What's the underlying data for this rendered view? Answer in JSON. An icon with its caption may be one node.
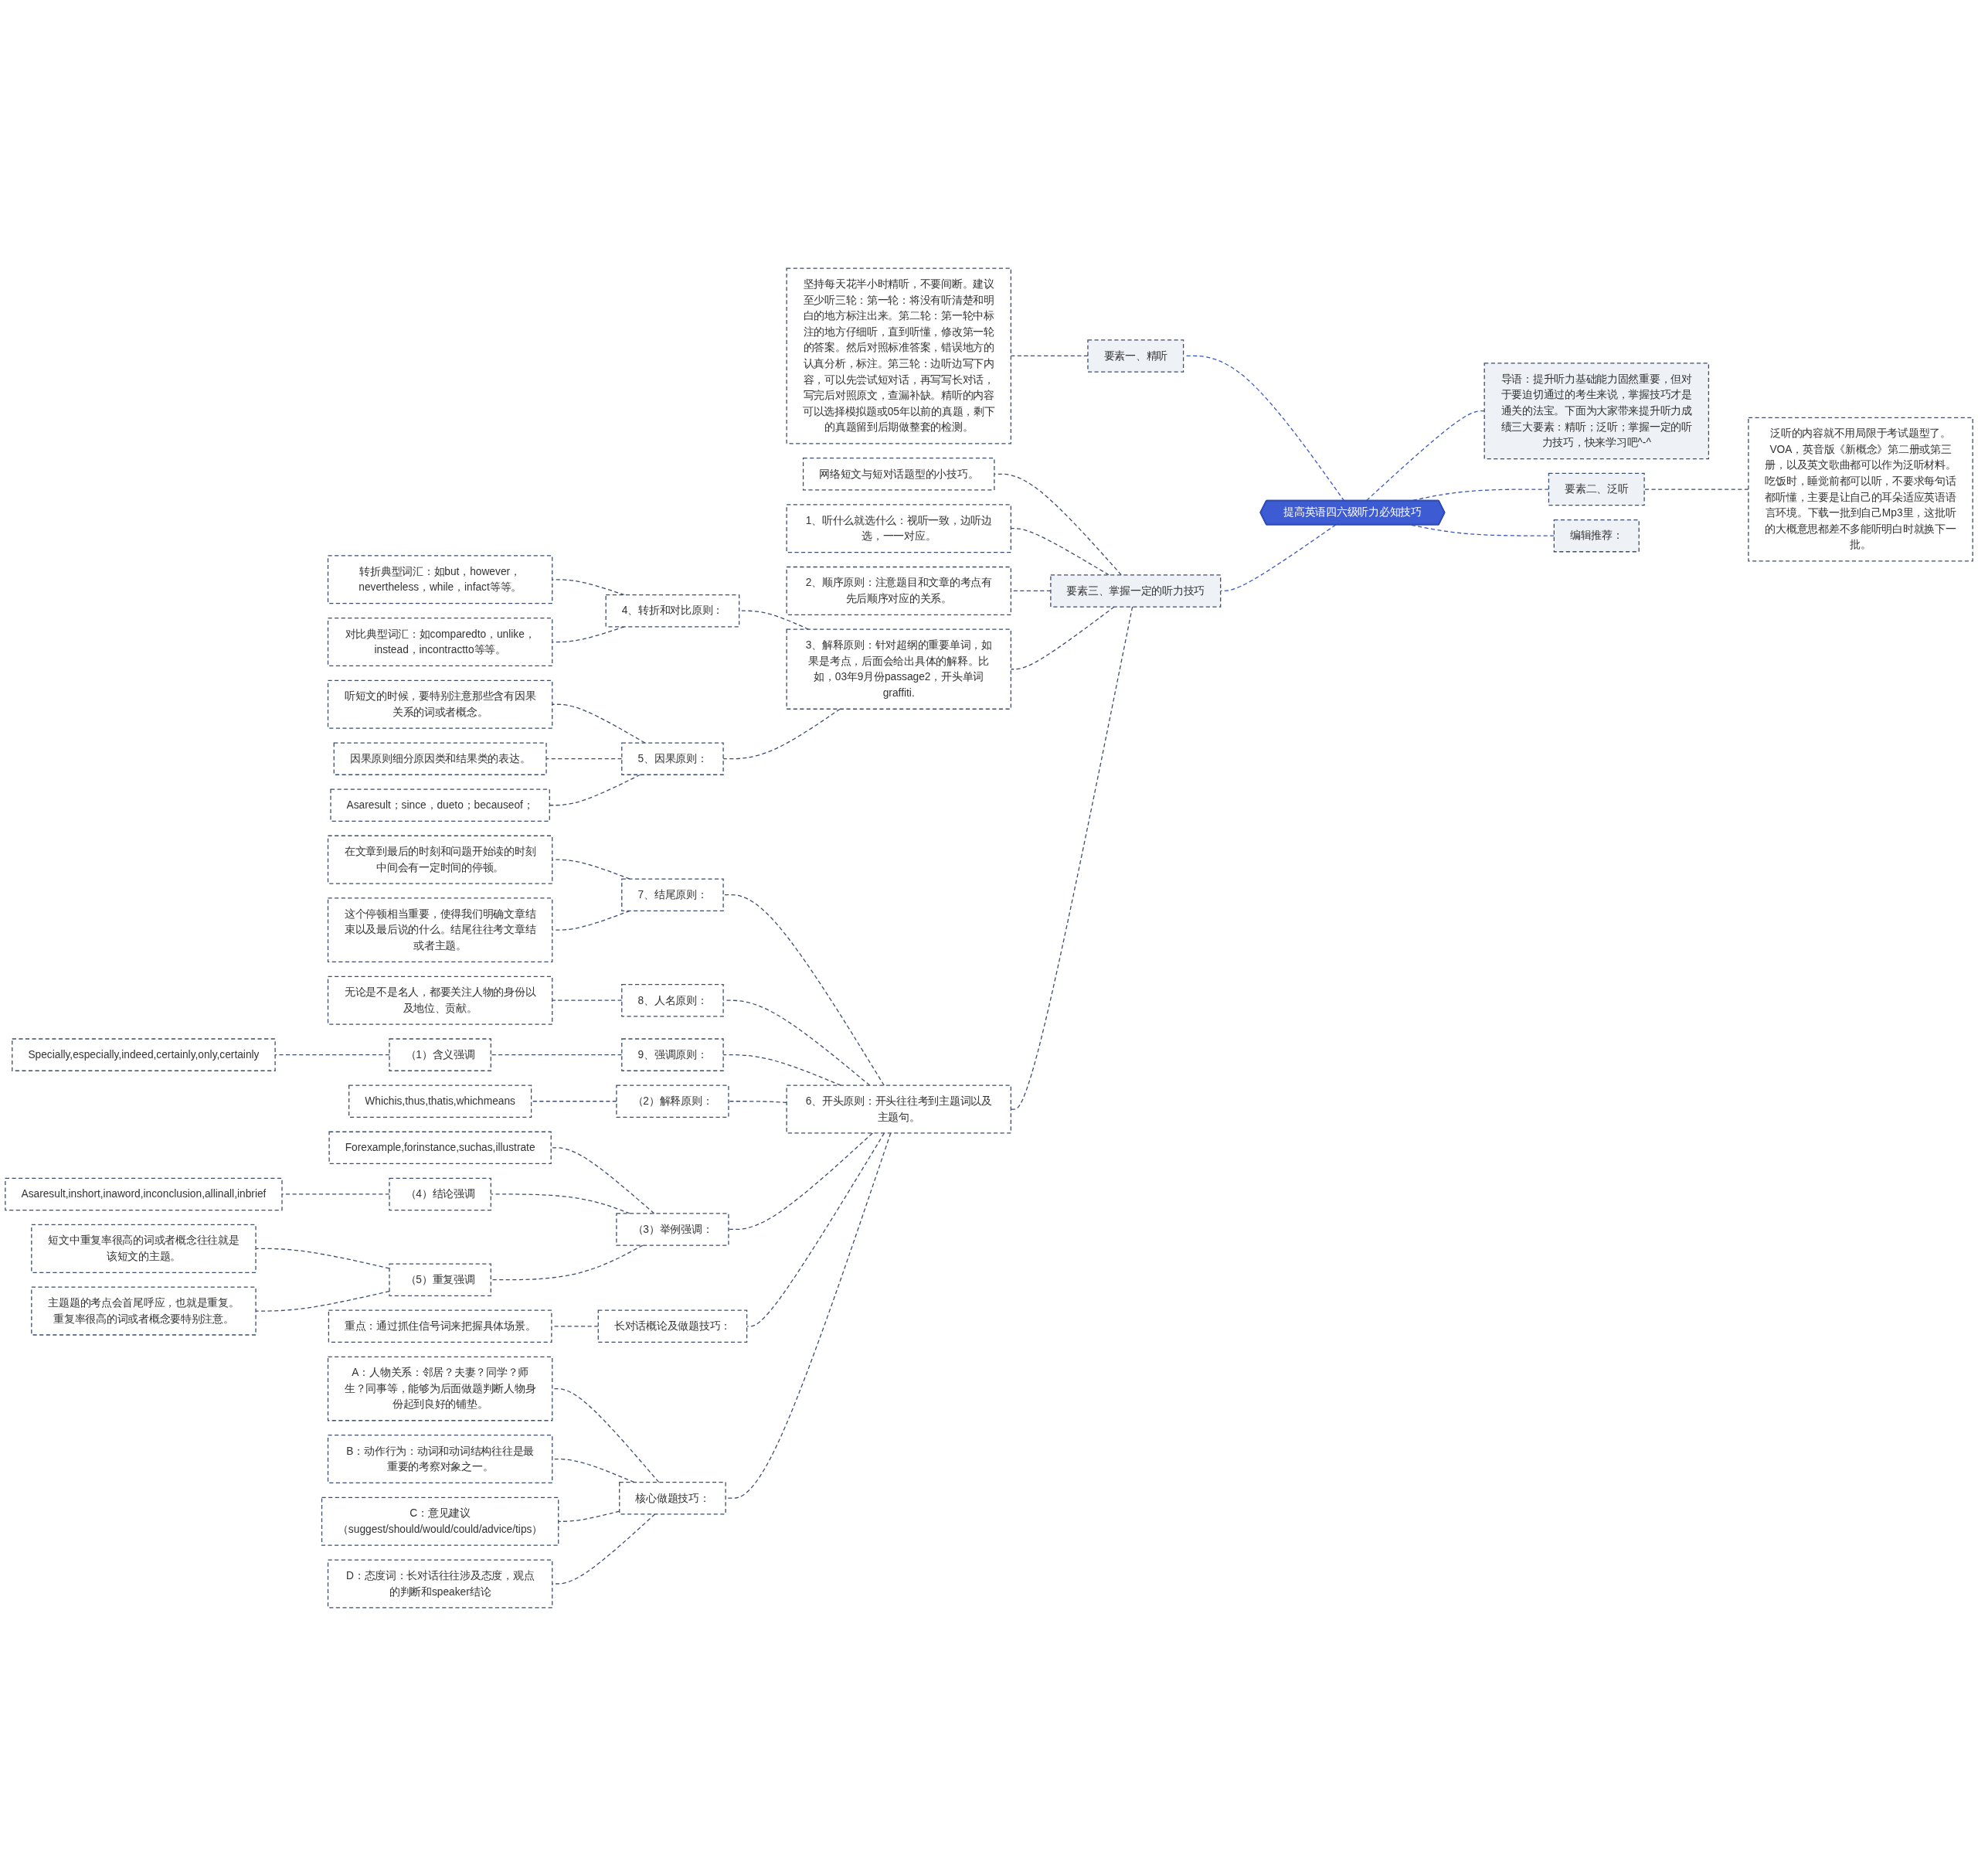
{
  "diagram": {
    "nodes": [
      {
        "text": [
          "提高英语四六级听力必知技巧"
        ]
      },
      {
        "text": [
          "导语：提升听力基础能力固然重要，但对于要迫切通过的考生来说，掌握技巧才是通关的法宝。下面为大家带来提升听力成绩三大要素：精听；泛听；掌握一定的听力技巧，快来学习吧^-^"
        ]
      },
      {
        "text": [
          "要素二、泛听"
        ]
      },
      {
        "text": [
          "泛听的内容就不用局限于考试题型了。VOA，英音版《新概念》第二册或第三册，以及英文歌曲都可以作为泛听材料。吃饭时，睡觉前都可以听，不要求每句话都听懂，主要是让自己的耳朵适应英语语言环境。下载一批到自己Mp3里，这批听的大概意思都差不多能听明白时就换下一批。"
        ]
      },
      {
        "text": [
          "编辑推荐："
        ]
      },
      {
        "text": [
          "要素一、精听"
        ]
      },
      {
        "text": [
          "坚持每天花半小时精听，不要间断。建议至少听三轮：第一轮：将没有听清楚和明白的地方标注出来。第二轮：第一轮中标注的地方仔细听，直到听懂，修改第一轮的答案。然后对照标准答案，错误地方的认真分析，标注。第三轮：边听边写下内容，可以先尝试短对话，再写写长对话，写完后对照原文，查漏补缺。精听的内容可以选择模拟题或05年以前的真题，剩下的真题留到后期做整套的检测。"
        ]
      },
      {
        "text": [
          "要素三、掌握一定的听力技巧"
        ]
      },
      {
        "text": [
          "网络短文与短对话题型的小技巧。"
        ]
      },
      {
        "text": [
          "1、听什么就选什么：视听一致，边听边选，一一对应。"
        ]
      },
      {
        "text": [
          "2、顺序原则：注意题目和文章的考点有先后顺序对应的关系。"
        ]
      },
      {
        "text": [
          "3、解释原则：针对超纲的重要单词，如果是考点，后面会给出具体的解释。比如，03年9月份passage2，开头单词graffiti."
        ]
      },
      {
        "text": [
          "4、转折和对比原则："
        ]
      },
      {
        "text": [
          "转折典型词汇：如but，however，nevertheless，while，infact等等。"
        ]
      },
      {
        "text": [
          "对比典型词汇：如comparedto，unlike，instead，incontractto等等。"
        ]
      },
      {
        "text": [
          "5、因果原则："
        ]
      },
      {
        "text": [
          "听短文的时候，要特别注意那些含有因果关系的词或者概念。"
        ]
      },
      {
        "text": [
          "因果原则细分原因类和结果类的表达。"
        ]
      },
      {
        "text": [
          "Asaresult；since，dueto；becauseof；"
        ]
      },
      {
        "text": [
          "6、开头原则：开头往往考到主题词以及主题句。"
        ]
      },
      {
        "text": [
          "7、结尾原则："
        ]
      },
      {
        "text": [
          "在文章到最后的时刻和问题开始读的时刻中间会有一定时间的停顿。"
        ]
      },
      {
        "text": [
          "这个停顿相当重要，使得我们明确文章结束以及最后说的什么。结尾往往考文章结或者主题。"
        ]
      },
      {
        "text": [
          "8、人名原则："
        ]
      },
      {
        "text": [
          "无论是不是名人，都要关注人物的身份以及地位、贡献。"
        ]
      },
      {
        "text": [
          "9、强调原则："
        ]
      },
      {
        "text": [
          "（1）含义强调"
        ]
      },
      {
        "text": [
          "Specially,especially,indeed,certainly,only,certainly"
        ]
      },
      {
        "text": [
          "（2）解释原则："
        ]
      },
      {
        "text": [
          "Whichis,thus,thatis,whichmeans"
        ]
      },
      {
        "text": [
          "（3）举例强调："
        ]
      },
      {
        "text": [
          "Forexample,forinstance,suchas,illustrate"
        ]
      },
      {
        "text": [
          "（4）结论强调"
        ]
      },
      {
        "text": [
          "Asaresult,inshort,inaword,inconclusion,allinall,inbrief"
        ]
      },
      {
        "text": [
          "（5）重复强调"
        ]
      },
      {
        "text": [
          "短文中重复率很高的词或者概念往往就是该短文的主题。"
        ]
      },
      {
        "text": [
          "主题题的考点会首尾呼应，也就是重复。重复率很高的词或者概念要特别注意。"
        ]
      },
      {
        "text": [
          "长对话概论及做题技巧："
        ]
      },
      {
        "text": [
          "重点：通过抓住信号词来把握具体场景。"
        ]
      },
      {
        "text": [
          "核心做题技巧："
        ]
      },
      {
        "text": [
          "A：人物关系：邻居？夫妻？同学？师生？同事等，能够为后面做题判断人物身份起到良好的铺垫。"
        ]
      },
      {
        "text": [
          "B：动作行为：动词和动词结构往往是最重要的考察对象之一。"
        ]
      },
      {
        "text": [
          "C：意见建议（suggest/should/would/could/advice/tips）"
        ]
      },
      {
        "text": [
          "D：态度词：长对话往往涉及态度，观点的判断和speaker结论"
        ]
      }
    ],
    "edges": [
      {
        "from": 1,
        "to": 0,
        "arrow": "none",
        "style": "dashed",
        "color": "#3a56b8"
      },
      {
        "from": 2,
        "to": 0,
        "arrow": "none",
        "style": "dashed",
        "color": "#3a56b8"
      },
      {
        "from": 3,
        "to": 2,
        "arrow": "none",
        "style": "dashed"
      },
      {
        "from": 4,
        "to": 0,
        "arrow": "none",
        "style": "dashed",
        "color": "#3a56b8"
      },
      {
        "from": 0,
        "to": 5,
        "arrow": "none",
        "style": "dashed",
        "color": "#3a56b8"
      },
      {
        "from": 5,
        "to": 6,
        "arrow": "none",
        "style": "dashed"
      },
      {
        "from": 0,
        "to": 7,
        "arrow": "none",
        "style": "dashed",
        "color": "#3a56b8"
      },
      {
        "from": 7,
        "to": 8,
        "arrow": "none",
        "style": "dashed"
      },
      {
        "from": 7,
        "to": 9,
        "arrow": "none",
        "style": "dashed"
      },
      {
        "from": 7,
        "to": 10,
        "arrow": "none",
        "style": "dashed"
      },
      {
        "from": 7,
        "to": 11,
        "arrow": "none",
        "style": "dashed"
      },
      {
        "from": 11,
        "to": 12,
        "arrow": "none",
        "style": "dashed"
      },
      {
        "from": 12,
        "to": 13,
        "arrow": "none",
        "style": "dashed"
      },
      {
        "from": 12,
        "to": 14,
        "arrow": "none",
        "style": "dashed"
      },
      {
        "from": 11,
        "to": 15,
        "arrow": "none",
        "style": "dashed"
      },
      {
        "from": 15,
        "to": 16,
        "arrow": "none",
        "style": "dashed"
      },
      {
        "from": 15,
        "to": 17,
        "arrow": "none",
        "style": "dashed"
      },
      {
        "from": 15,
        "to": 18,
        "arrow": "none",
        "style": "dashed"
      },
      {
        "from": 7,
        "to": 19,
        "arrow": "none",
        "style": "dashed"
      },
      {
        "from": 19,
        "to": 20,
        "arrow": "none",
        "style": "dashed"
      },
      {
        "from": 20,
        "to": 21,
        "arrow": "none",
        "style": "dashed"
      },
      {
        "from": 20,
        "to": 22,
        "arrow": "none",
        "style": "dashed"
      },
      {
        "from": 19,
        "to": 23,
        "arrow": "none",
        "style": "dashed"
      },
      {
        "from": 23,
        "to": 24,
        "arrow": "none",
        "style": "dashed"
      },
      {
        "from": 19,
        "to": 25,
        "arrow": "none",
        "style": "dashed"
      },
      {
        "from": 25,
        "to": 26,
        "arrow": "none",
        "style": "dashed"
      },
      {
        "from": 26,
        "to": 27,
        "arrow": "none",
        "style": "dashed"
      },
      {
        "from": 19,
        "to": 28,
        "arrow": "none",
        "style": "dashed"
      },
      {
        "from": 28,
        "to": 29,
        "arrow": "none",
        "style": "dashed"
      },
      {
        "from": 19,
        "to": 30,
        "arrow": "none",
        "style": "dashed"
      },
      {
        "from": 30,
        "to": 31,
        "arrow": "none",
        "style": "dashed"
      },
      {
        "from": 30,
        "to": 32,
        "arrow": "none",
        "style": "dashed"
      },
      {
        "from": 32,
        "to": 33,
        "arrow": "none",
        "style": "dashed"
      },
      {
        "from": 30,
        "to": 34,
        "arrow": "none",
        "style": "dashed"
      },
      {
        "from": 34,
        "to": 35,
        "arrow": "none",
        "style": "dashed"
      },
      {
        "from": 34,
        "to": 36,
        "arrow": "none",
        "style": "dashed"
      },
      {
        "from": 19,
        "to": 37,
        "arrow": "none",
        "style": "dashed"
      },
      {
        "from": 37,
        "to": 38,
        "arrow": "none",
        "style": "dashed"
      },
      {
        "from": 19,
        "to": 39,
        "arrow": "none",
        "style": "dashed"
      },
      {
        "from": 39,
        "to": 40,
        "arrow": "none",
        "style": "dashed"
      },
      {
        "from": 39,
        "to": 41,
        "arrow": "none",
        "style": "dashed"
      },
      {
        "from": 39,
        "to": 42,
        "arrow": "none",
        "style": "dashed"
      },
      {
        "from": 39,
        "to": 43,
        "arrow": "none",
        "style": "dashed"
      }
    ]
  }
}
